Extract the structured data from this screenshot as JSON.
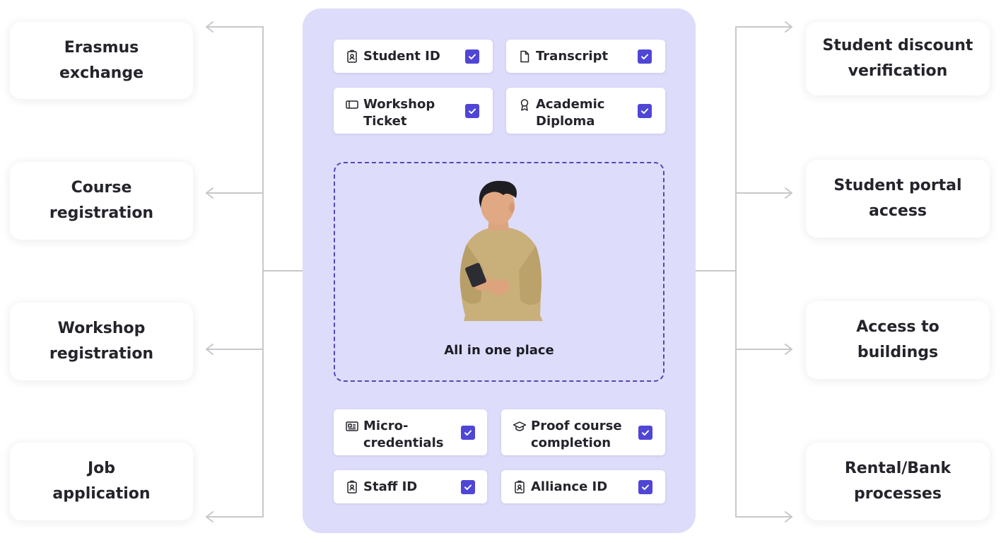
{
  "left_uses": [
    {
      "lines": [
        "Erasmus",
        "exchange"
      ]
    },
    {
      "lines": [
        "Course",
        "registration"
      ]
    },
    {
      "lines": [
        "Workshop",
        "registration"
      ]
    },
    {
      "lines": [
        "Job",
        "application"
      ]
    }
  ],
  "right_uses": [
    {
      "lines": [
        "Student discount",
        "verification"
      ]
    },
    {
      "lines": [
        "Student portal",
        "access"
      ]
    },
    {
      "lines": [
        "Access to",
        "buildings"
      ]
    },
    {
      "lines": [
        "Rental/Bank",
        "processes"
      ]
    }
  ],
  "wallet": {
    "top_credentials": [
      {
        "lines": [
          "Student ID"
        ],
        "icon": "id-badge-icon",
        "checked": true
      },
      {
        "lines": [
          "Transcript"
        ],
        "icon": "document-icon",
        "checked": true
      },
      {
        "lines": [
          "Workshop",
          "Ticket"
        ],
        "icon": "ticket-icon",
        "checked": true
      },
      {
        "lines": [
          "Academic",
          "Diploma"
        ],
        "icon": "award-icon",
        "checked": true
      }
    ],
    "center_caption": "All in one place",
    "bottom_credentials": [
      {
        "lines": [
          "Micro-",
          "credentials"
        ],
        "icon": "id-card-icon",
        "checked": true
      },
      {
        "lines": [
          "Proof course",
          "completion"
        ],
        "icon": "graduation-cap-icon",
        "checked": true
      },
      {
        "lines": [
          "Staff ID"
        ],
        "icon": "id-badge-icon",
        "checked": true
      },
      {
        "lines": [
          "Alliance ID"
        ],
        "icon": "id-badge-icon",
        "checked": true
      }
    ]
  },
  "colors": {
    "panel_bg": "#dedcfb",
    "checkbox": "#4f46d6",
    "dashed_border": "#4e4ab3",
    "connector": "#c8c8cc"
  }
}
